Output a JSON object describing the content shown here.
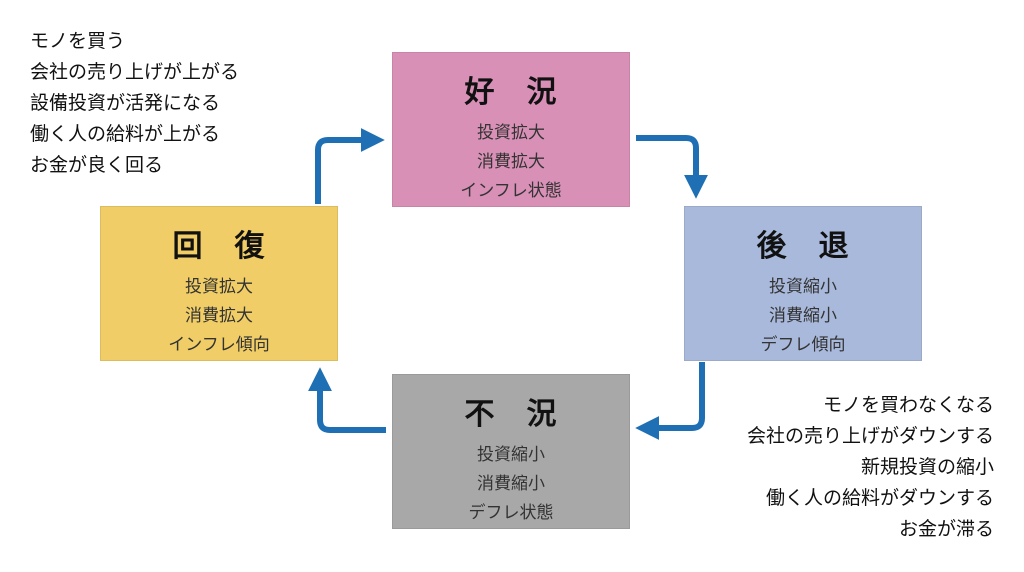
{
  "colors": {
    "boom": "#d890b6",
    "recession": "#a9b9db",
    "depression": "#a8a8a8",
    "recovery": "#f0cd66",
    "arrow": "#1e6fb4"
  },
  "boxes": {
    "boom": {
      "title": "好　況",
      "lines": [
        "投資拡大",
        "消費拡大",
        "インフレ状態"
      ]
    },
    "recession": {
      "title": "後　退",
      "lines": [
        "投資縮小",
        "消費縮小",
        "デフレ傾向"
      ]
    },
    "depression": {
      "title": "不　況",
      "lines": [
        "投資縮小",
        "消費縮小",
        "デフレ状態"
      ]
    },
    "recovery": {
      "title": "回　復",
      "lines": [
        "投資拡大",
        "消費拡大",
        "インフレ傾向"
      ]
    }
  },
  "notes": {
    "top_left": [
      "モノを買う",
      "会社の売り上げが上がる",
      "設備投資が活発になる",
      "働く人の給料が上がる",
      "お金が良く回る"
    ],
    "bottom_right": [
      "モノを買わなくなる",
      "会社の売り上げがダウンする",
      "新規投資の縮小",
      "働く人の給料がダウンする",
      "お金が滞る"
    ]
  }
}
